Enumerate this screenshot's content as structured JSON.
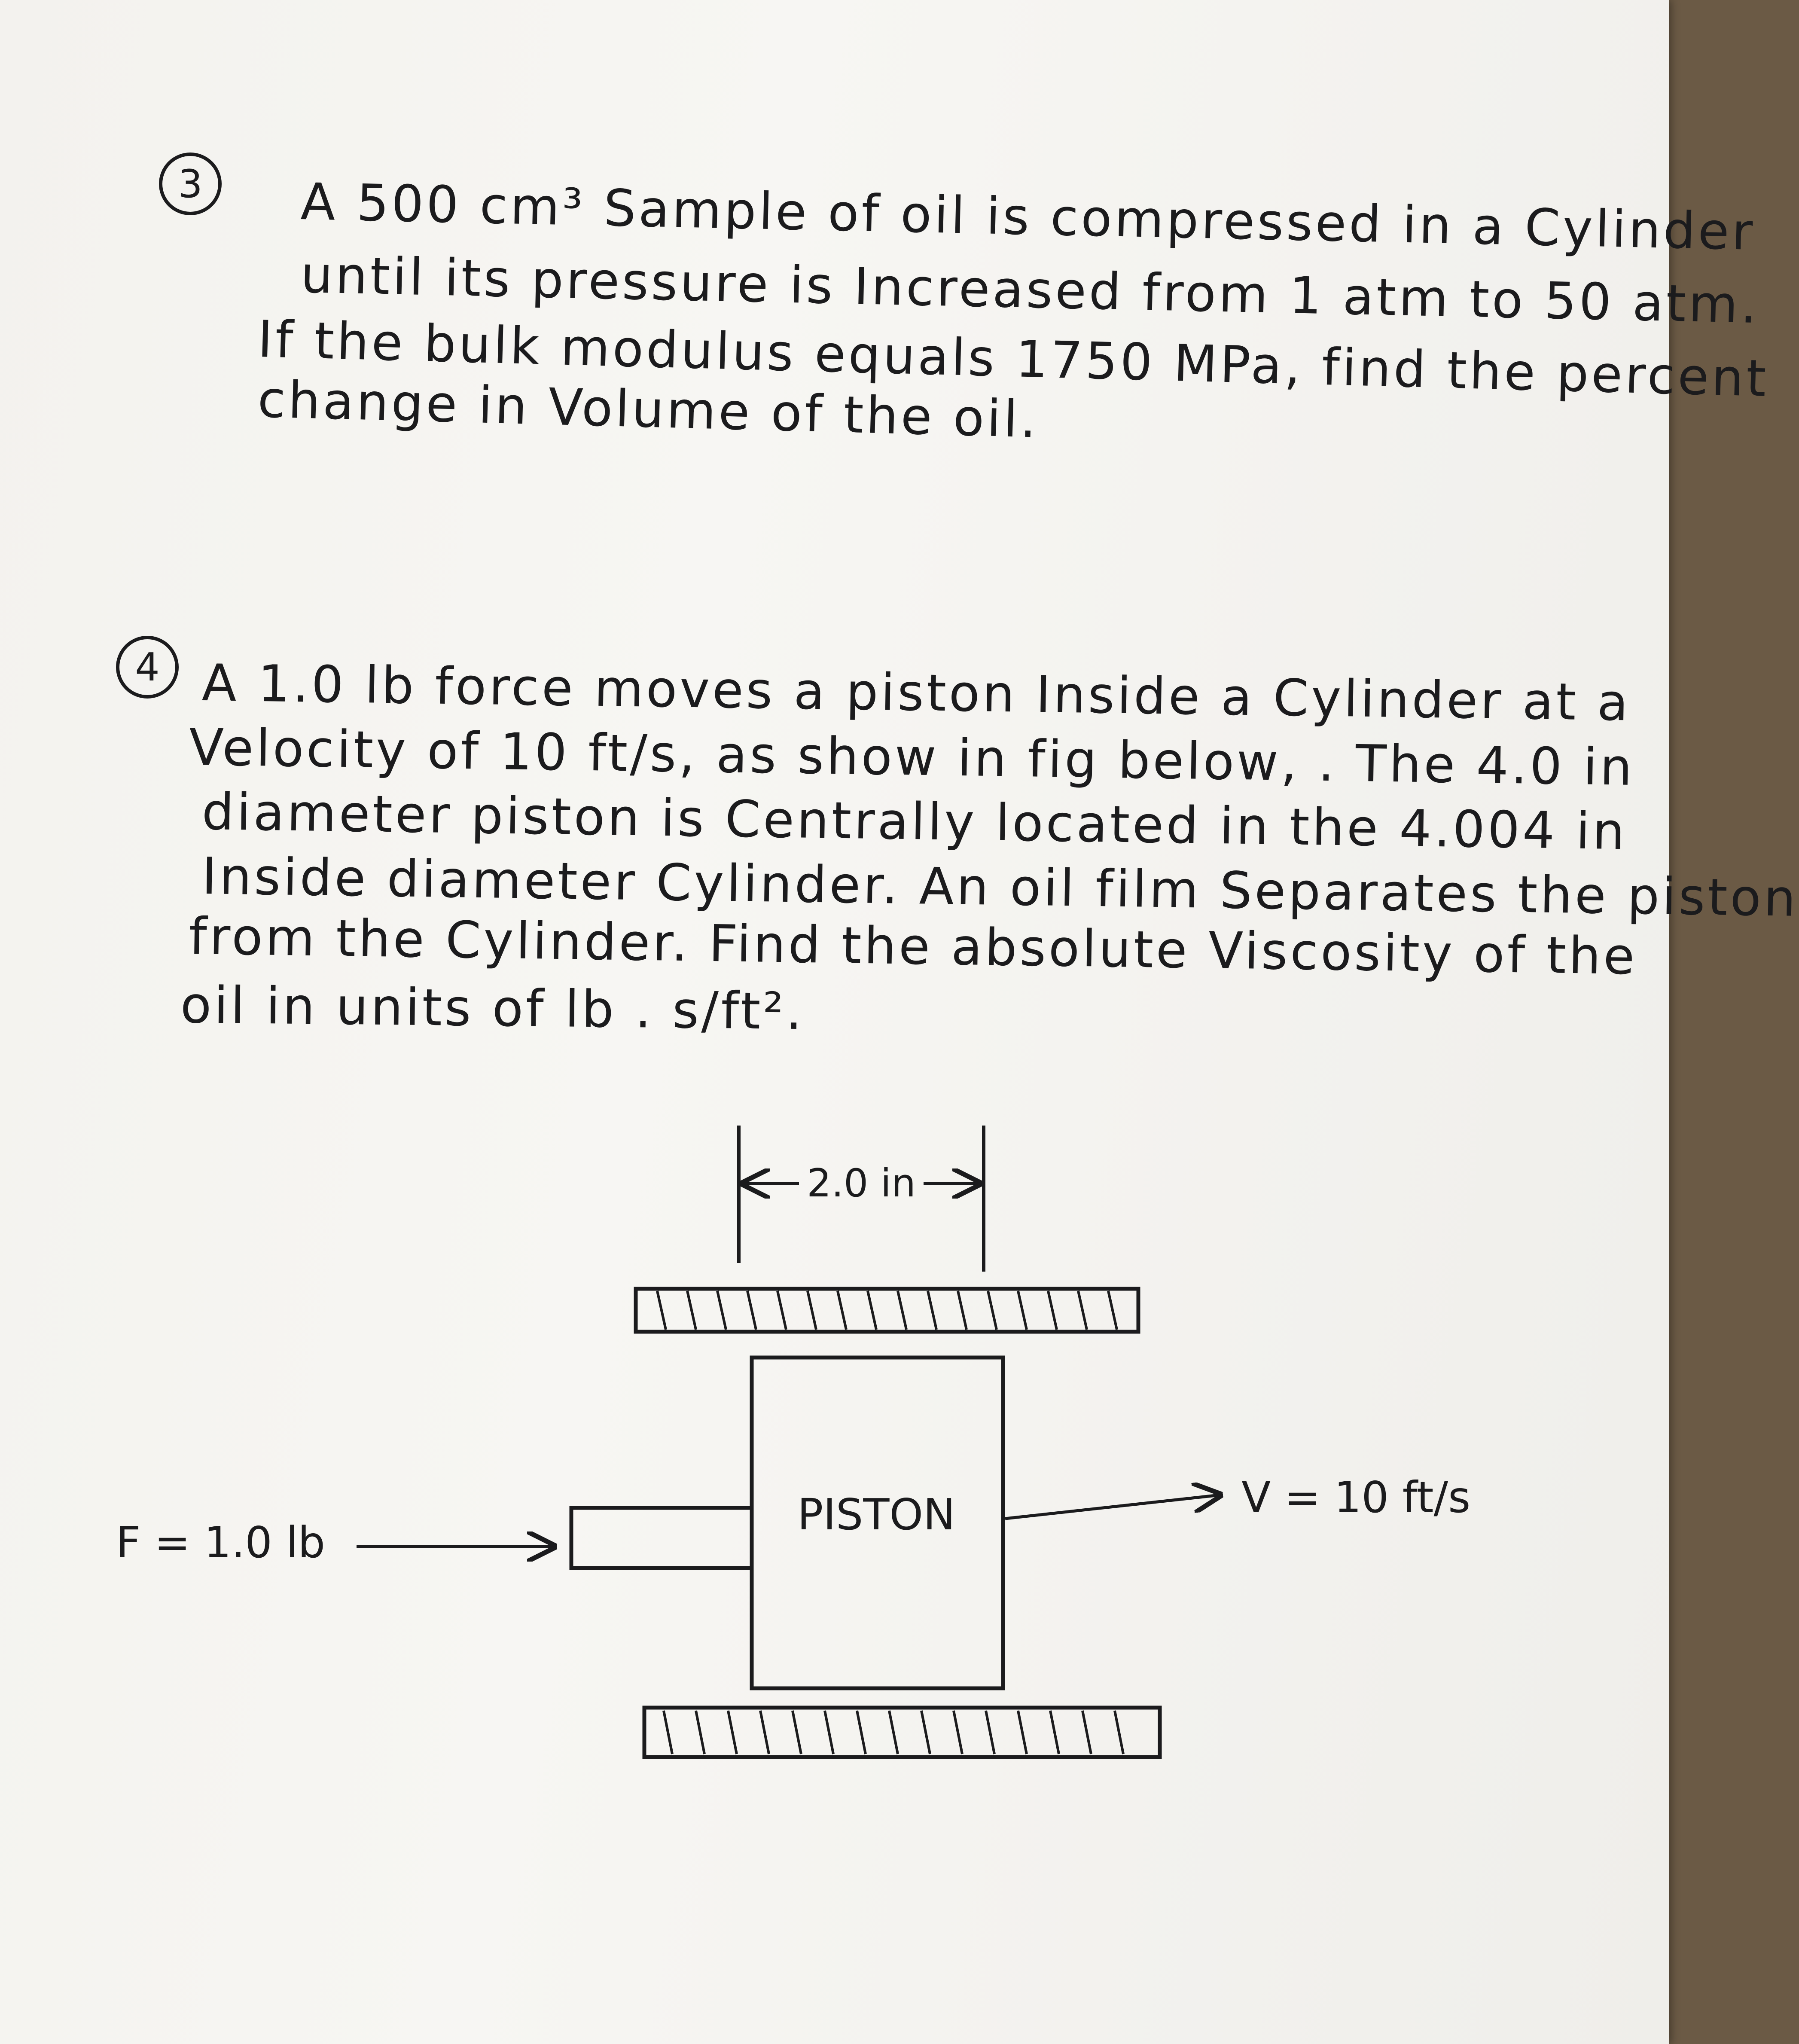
{
  "problem3": {
    "number": "3",
    "lines": [
      "A 500 cm³ Sample of oil is compressed in a Cylinder",
      "until its pressure is Increased from 1 atm to 50 atm.",
      "If the bulk modulus equals 1750 MPa, find the percent",
      "change in Volume of the oil."
    ]
  },
  "problem4": {
    "number": "4",
    "lines": [
      "A 1.0 lb force moves a piston Inside a Cylinder at a",
      "Velocity of 10 ft/s, as show in fig below, . The 4.0 in",
      "diameter piston is Centrally located in the 4.004 in",
      "Inside diameter Cylinder. An oil film Separates the piston",
      "from the Cylinder. Find the absolute Viscosity of the",
      "oil in units of lb . s/ft²."
    ]
  },
  "figure": {
    "dimension_label": "2.0 in",
    "piston_label": "PISTON",
    "force_label": "F = 1.0 lb",
    "velocity_label": "V = 10 ft/s"
  }
}
